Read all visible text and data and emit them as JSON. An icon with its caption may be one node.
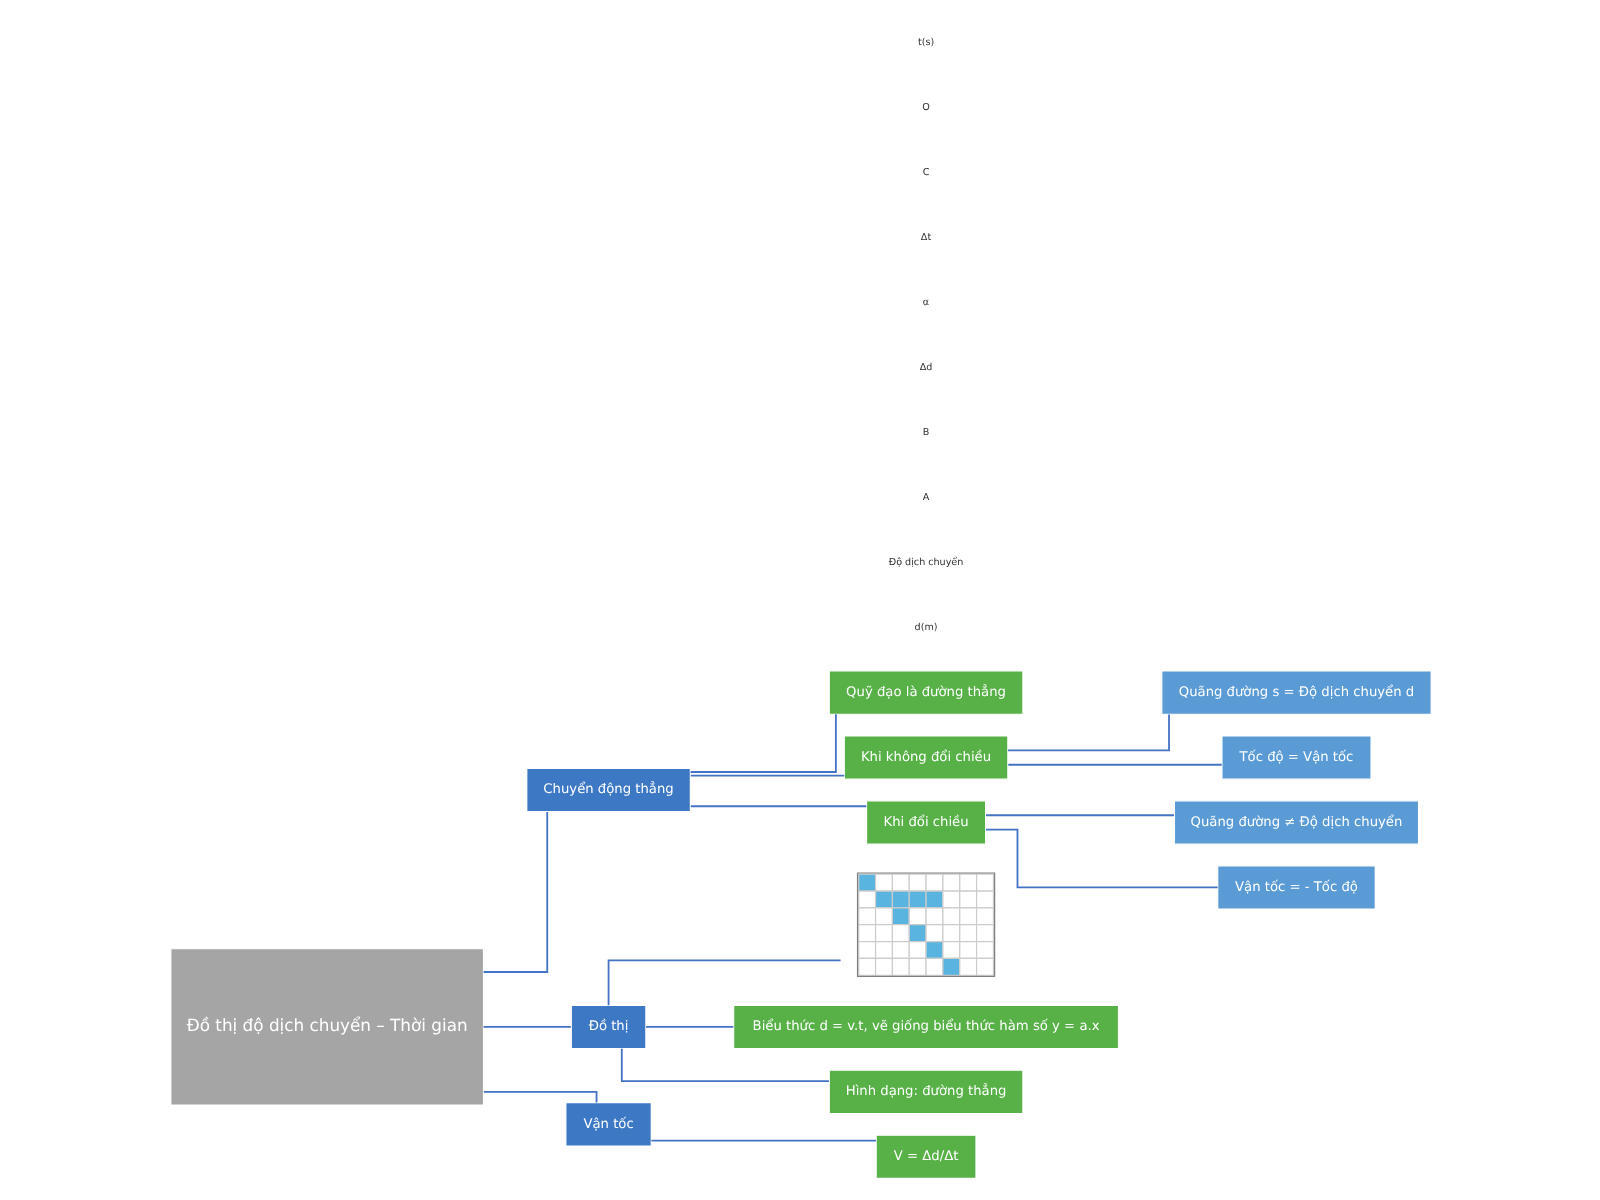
{
  "diagram": {
    "nodes": [
      {
        "text": [
          "Đồ thị độ dịch chuyển – Thời gian"
        ]
      },
      {
        "text": [
          "Chuyển động thẳng"
        ]
      },
      {
        "text": [
          "Quỹ đạo là đường thẳng"
        ]
      },
      {
        "text": [
          "Khi không đổi chiều"
        ]
      },
      {
        "text": [
          "Quãng đường s = Độ dịch chuyển d"
        ]
      },
      {
        "text": [
          "Tốc độ = Vận tốc"
        ]
      },
      {
        "text": [
          "Khi đổi chiều"
        ]
      },
      {
        "text": [
          "Quãng đường ≠ Độ dịch chuyển"
        ]
      },
      {
        "text": [
          "Vận tốc = - Tốc độ"
        ]
      },
      {
        "text": [
          "Đồ thị"
        ]
      },
      {
        "text": [],
        "shape": "picture"
      },
      {
        "text": [
          "Biểu thức d = v.t, vẽ giống biểu thức hàm số y = a.x"
        ]
      },
      {
        "text": [
          "Hình dạng: đường thẳng"
        ]
      },
      {
        "text": [
          "Vận tốc"
        ]
      },
      {
        "text": [
          "V = Δd/Δt"
        ]
      }
    ],
    "edges": [
      {
        "from": 0,
        "to": 1,
        "arrow": "none"
      },
      {
        "from": 0,
        "to": 9,
        "arrow": "none"
      },
      {
        "from": 0,
        "to": 13,
        "arrow": "none"
      },
      {
        "from": 1,
        "to": 2,
        "arrow": "none"
      },
      {
        "from": 1,
        "to": 3,
        "arrow": "none"
      },
      {
        "from": 1,
        "to": 6,
        "arrow": "none"
      },
      {
        "from": 3,
        "to": 4,
        "arrow": "none"
      },
      {
        "from": 3,
        "to": 5,
        "arrow": "none"
      },
      {
        "from": 6,
        "to": 7,
        "arrow": "none"
      },
      {
        "from": 6,
        "to": 8,
        "arrow": "none"
      },
      {
        "from": 9,
        "to": 10,
        "arrow": "none"
      },
      {
        "from": 9,
        "to": 11,
        "arrow": "none"
      },
      {
        "from": 9,
        "to": 12,
        "arrow": "none"
      },
      {
        "from": 13,
        "to": 14,
        "arrow": "none"
      }
    ],
    "labels": [
      "d(m)",
      "Độ dịch chuyển",
      "A",
      "B",
      "Δd",
      "α",
      "Δt",
      "C",
      "O",
      "t(s)"
    ]
  }
}
